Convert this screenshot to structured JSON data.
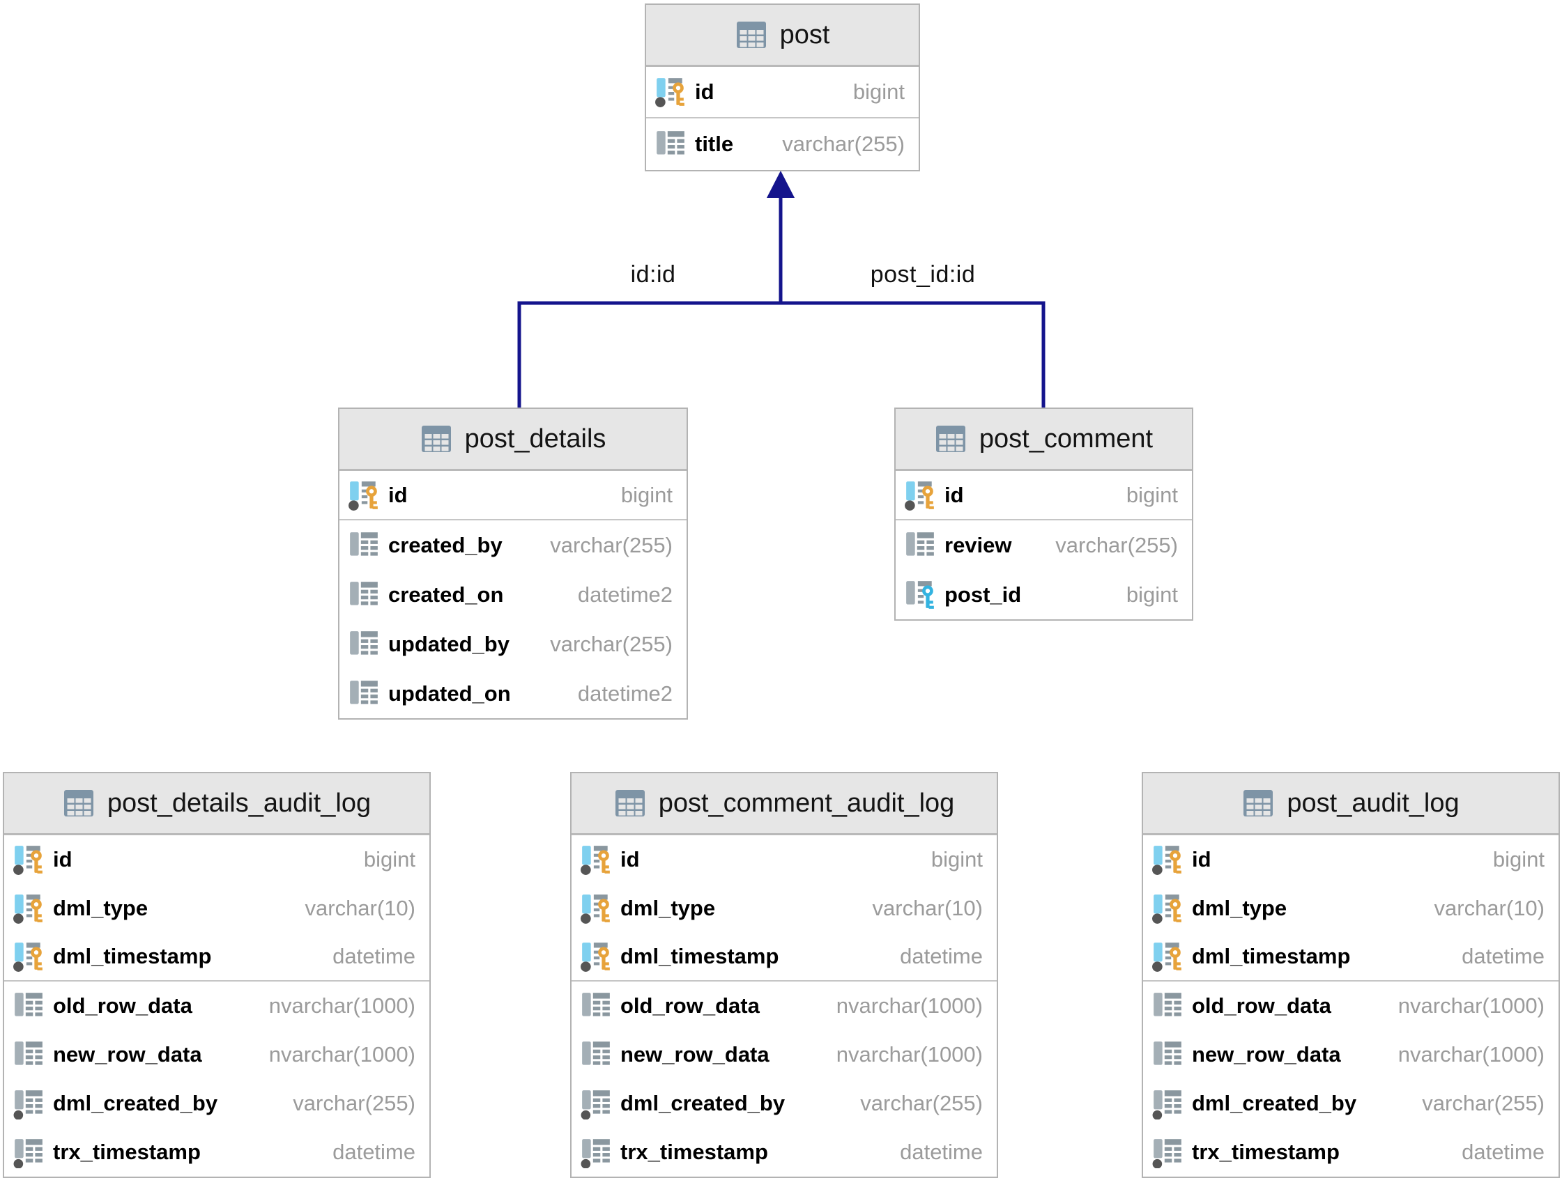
{
  "relationships": [
    {
      "label": "id:id",
      "from_table": "post_details",
      "to_table": "post"
    },
    {
      "label": "post_id:id",
      "from_table": "post_comment",
      "to_table": "post"
    }
  ],
  "tables": [
    {
      "id": "post",
      "title": "post",
      "columns": [
        {
          "name": "id",
          "type": "bigint",
          "icon": "primary-key",
          "pk_group_end": true
        },
        {
          "name": "title",
          "type": "varchar(255)",
          "icon": "column"
        }
      ]
    },
    {
      "id": "post_details",
      "title": "post_details",
      "columns": [
        {
          "name": "id",
          "type": "bigint",
          "icon": "primary-key",
          "pk_group_end": true
        },
        {
          "name": "created_by",
          "type": "varchar(255)",
          "icon": "column"
        },
        {
          "name": "created_on",
          "type": "datetime2",
          "icon": "column"
        },
        {
          "name": "updated_by",
          "type": "varchar(255)",
          "icon": "column"
        },
        {
          "name": "updated_on",
          "type": "datetime2",
          "icon": "column"
        }
      ]
    },
    {
      "id": "post_comment",
      "title": "post_comment",
      "columns": [
        {
          "name": "id",
          "type": "bigint",
          "icon": "primary-key",
          "pk_group_end": true
        },
        {
          "name": "review",
          "type": "varchar(255)",
          "icon": "column"
        },
        {
          "name": "post_id",
          "type": "bigint",
          "icon": "foreign-key"
        }
      ]
    },
    {
      "id": "post_details_audit_log",
      "title": "post_details_audit_log",
      "columns": [
        {
          "name": "id",
          "type": "bigint",
          "icon": "primary-key"
        },
        {
          "name": "dml_type",
          "type": "varchar(10)",
          "icon": "primary-key"
        },
        {
          "name": "dml_timestamp",
          "type": "datetime",
          "icon": "primary-key",
          "pk_group_end": true
        },
        {
          "name": "old_row_data",
          "type": "nvarchar(1000)",
          "icon": "column"
        },
        {
          "name": "new_row_data",
          "type": "nvarchar(1000)",
          "icon": "column"
        },
        {
          "name": "dml_created_by",
          "type": "varchar(255)",
          "icon": "column-notnull"
        },
        {
          "name": "trx_timestamp",
          "type": "datetime",
          "icon": "column-notnull"
        }
      ]
    },
    {
      "id": "post_comment_audit_log",
      "title": "post_comment_audit_log",
      "columns": [
        {
          "name": "id",
          "type": "bigint",
          "icon": "primary-key"
        },
        {
          "name": "dml_type",
          "type": "varchar(10)",
          "icon": "primary-key"
        },
        {
          "name": "dml_timestamp",
          "type": "datetime",
          "icon": "primary-key",
          "pk_group_end": true
        },
        {
          "name": "old_row_data",
          "type": "nvarchar(1000)",
          "icon": "column"
        },
        {
          "name": "new_row_data",
          "type": "nvarchar(1000)",
          "icon": "column"
        },
        {
          "name": "dml_created_by",
          "type": "varchar(255)",
          "icon": "column-notnull"
        },
        {
          "name": "trx_timestamp",
          "type": "datetime",
          "icon": "column-notnull"
        }
      ]
    },
    {
      "id": "post_audit_log",
      "title": "post_audit_log",
      "columns": [
        {
          "name": "id",
          "type": "bigint",
          "icon": "primary-key"
        },
        {
          "name": "dml_type",
          "type": "varchar(10)",
          "icon": "primary-key"
        },
        {
          "name": "dml_timestamp",
          "type": "datetime",
          "icon": "primary-key",
          "pk_group_end": true
        },
        {
          "name": "old_row_data",
          "type": "nvarchar(1000)",
          "icon": "column"
        },
        {
          "name": "new_row_data",
          "type": "nvarchar(1000)",
          "icon": "column"
        },
        {
          "name": "dml_created_by",
          "type": "varchar(255)",
          "icon": "column-notnull"
        },
        {
          "name": "trx_timestamp",
          "type": "datetime",
          "icon": "column-notnull"
        }
      ]
    }
  ],
  "colors": {
    "connector": "#14148c",
    "header_bg": "#e6e6e6",
    "table_border": "#b3b3b3",
    "row_separator": "#c6c6c6",
    "column_name": "#000000",
    "column_type": "#9b9b9b",
    "icon_slate": "#8a979f",
    "icon_bar_gray": "#a4afb6",
    "icon_bar_blue": "#7fd0ef",
    "key_gold": "#e7a33b",
    "key_blue": "#33b3e0",
    "notnull_dot": "#555555",
    "table_icon": "#7e94a6"
  }
}
